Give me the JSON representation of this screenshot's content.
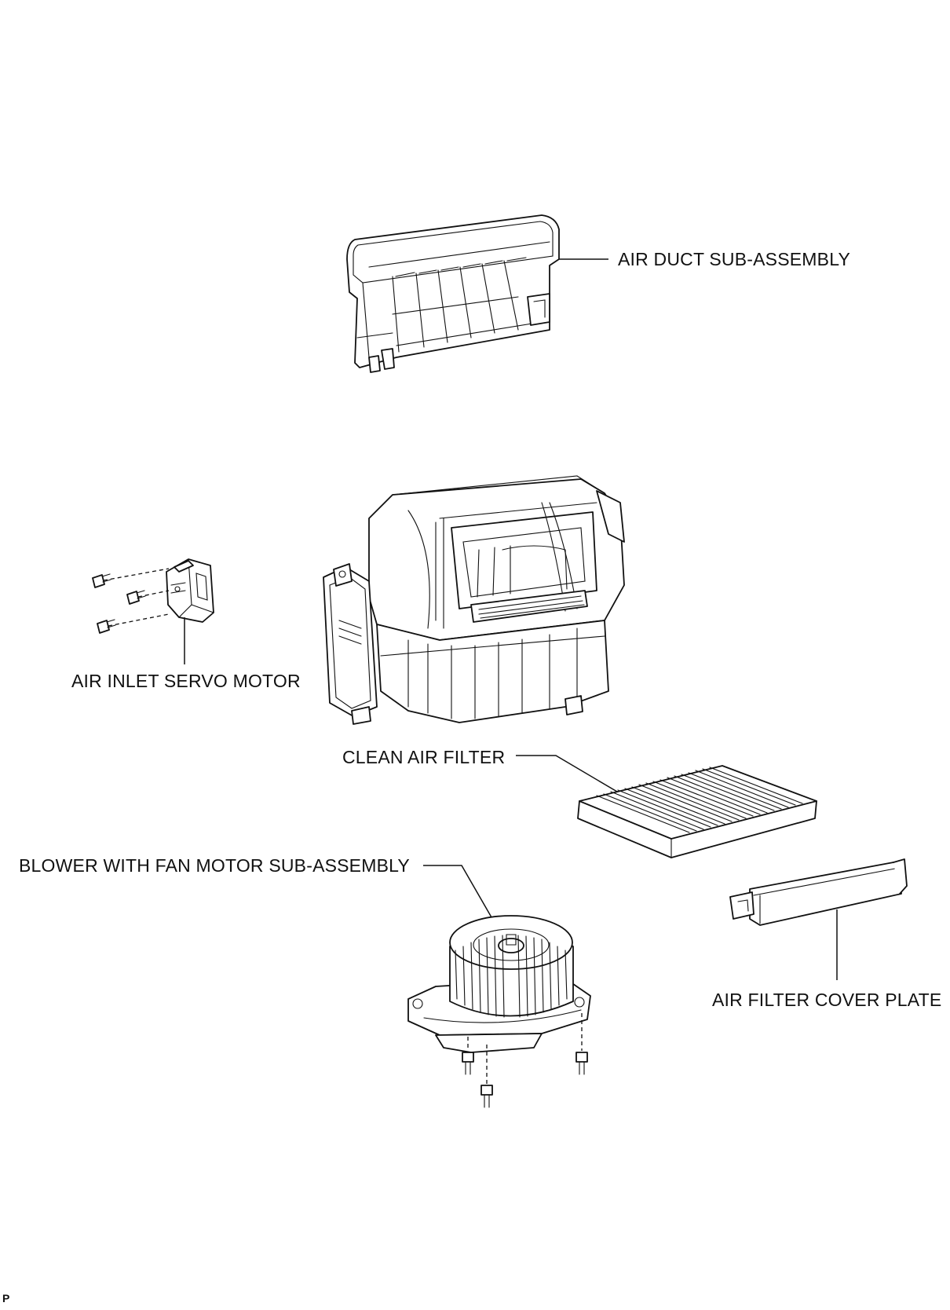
{
  "labels": {
    "air_duct": "AIR DUCT SUB-ASSEMBLY",
    "air_inlet_servo": "AIR INLET SERVO MOTOR",
    "clean_air_filter": "CLEAN AIR FILTER",
    "blower": "BLOWER WITH FAN MOTOR SUB-ASSEMBLY",
    "filter_cover": "AIR FILTER COVER PLATE"
  },
  "corner_mark": "P"
}
